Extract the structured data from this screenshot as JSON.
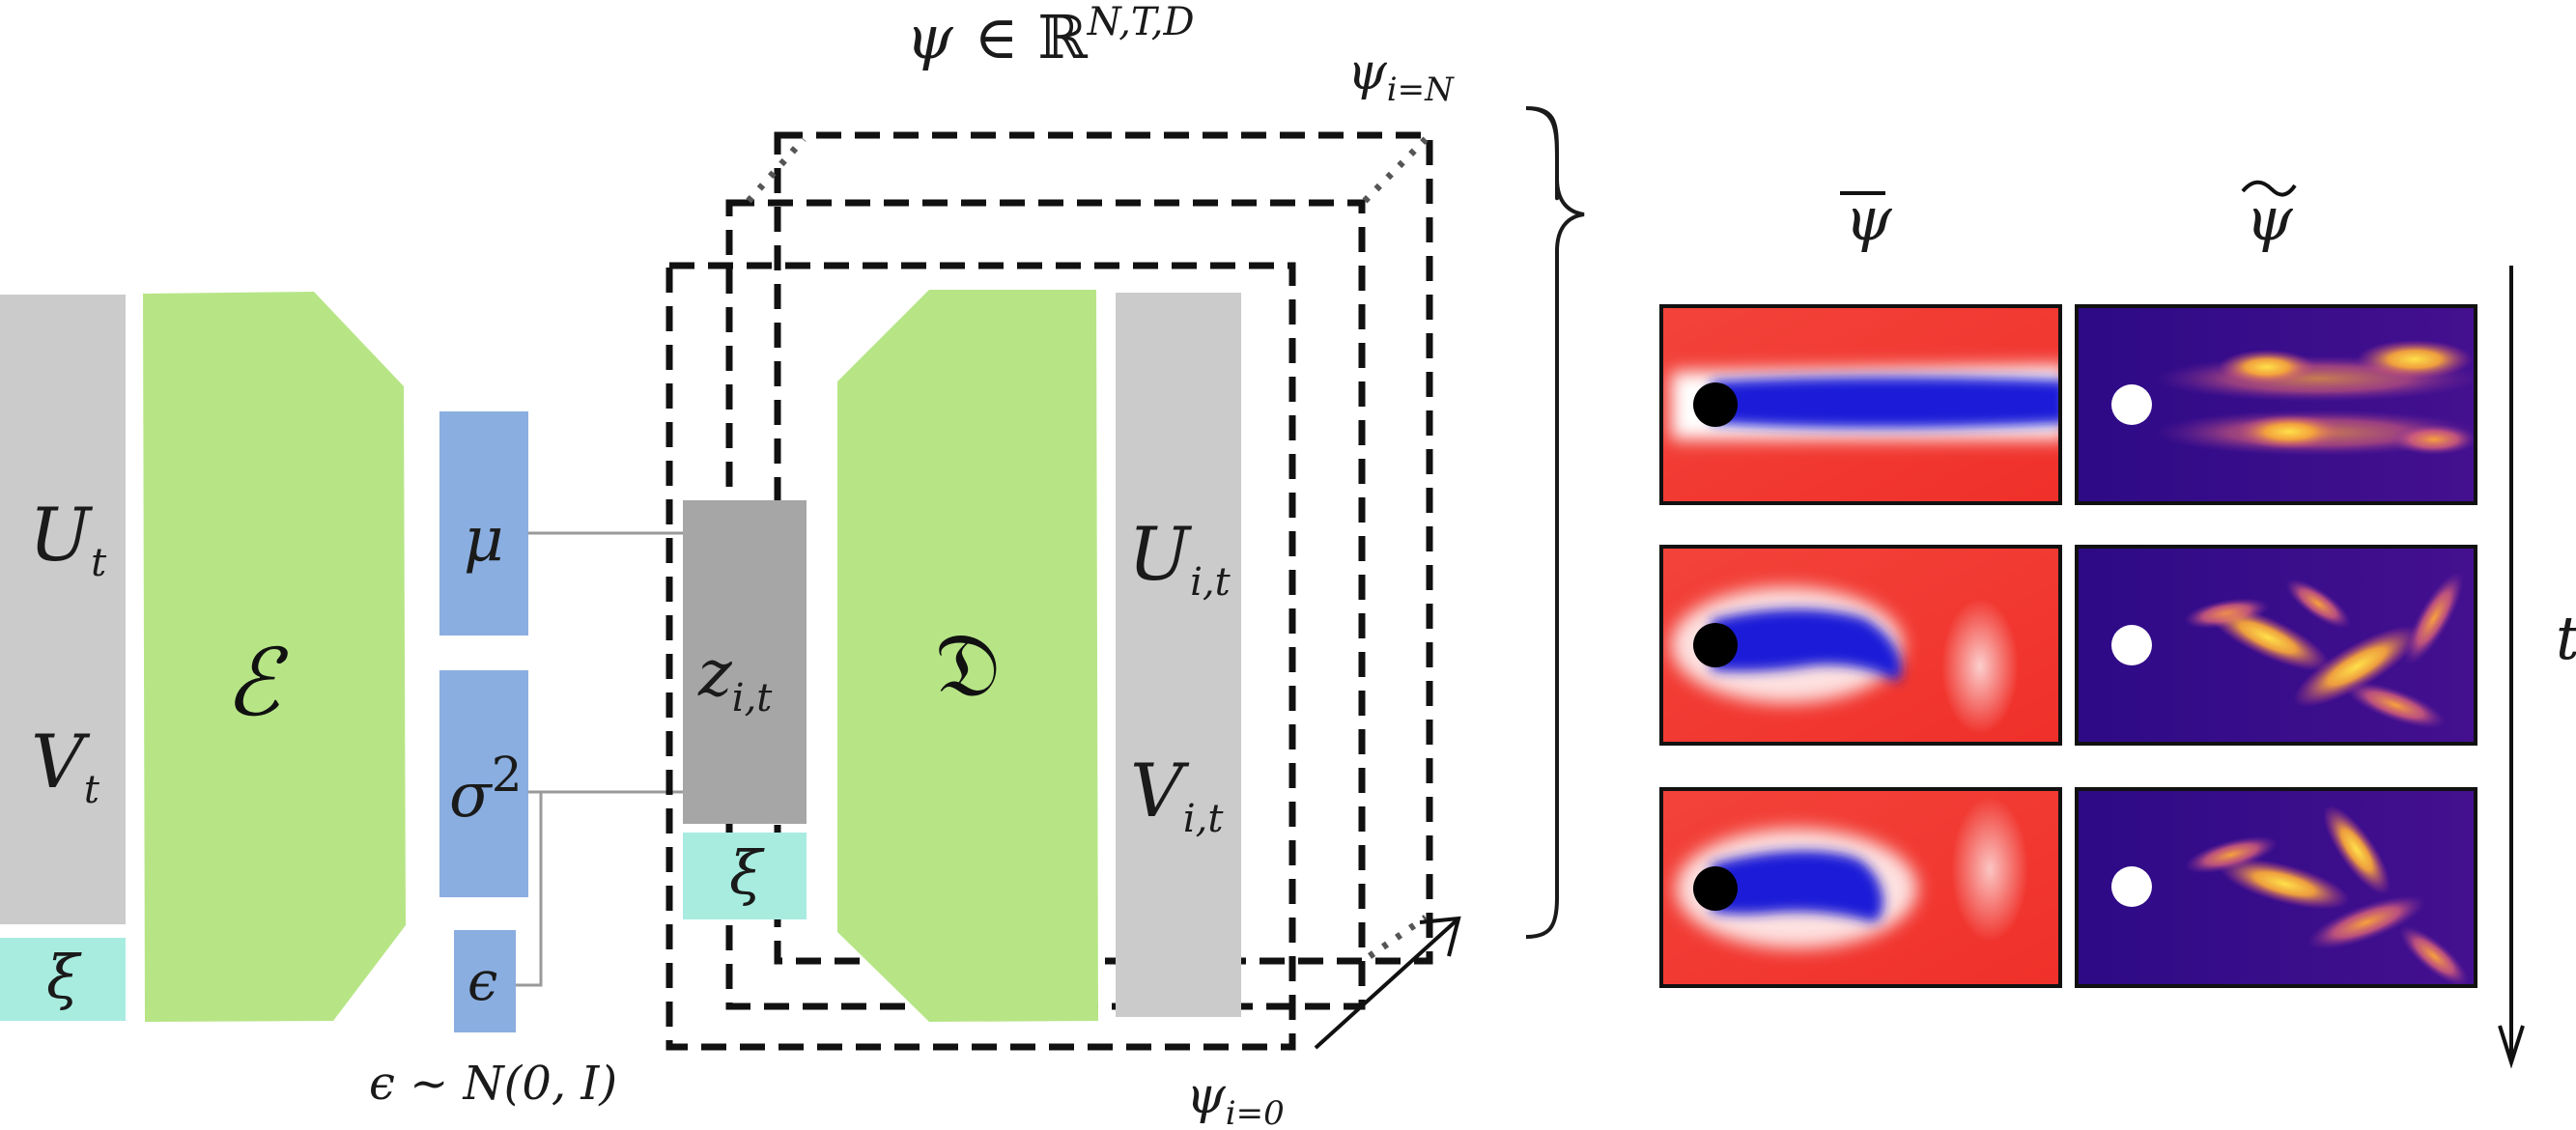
{
  "labels": {
    "input_u": "U",
    "input_u_sub": "t",
    "input_v": "V",
    "input_v_sub": "t",
    "xi_left": "ξ",
    "encoder": "ℰ",
    "mu": "μ",
    "sigma": "σ",
    "sigma_sup": "2",
    "epsilon": "ϵ",
    "epsilon_dist": "ϵ ~ N(0, I)",
    "latent_z": "z",
    "latent_z_sub": "i,t",
    "xi_latent": "ξ",
    "decoder": "𝔇",
    "output_u": "U",
    "output_u_sub": "i,t",
    "output_v": "V",
    "output_v_sub": "i,t",
    "psi_set": "ψ",
    "psi_set_in": "∈ ℝ",
    "psi_set_sup": "N,T,D",
    "psi_top": "ψ",
    "psi_top_sub": "i=N",
    "psi_bottom": "ψ",
    "psi_bottom_sub": "i=0",
    "psi_mean": "ψ",
    "psi_std": "ψ",
    "time_axis": "t"
  },
  "colors": {
    "gray_block": "#cbcbcb",
    "dark_gray_block": "#a6a6a6",
    "green_block": "#b7e586",
    "blue_block": "#8aaee0",
    "teal_block": "#a8ece0",
    "mean_field_bg": "#f0302a",
    "wake": "#1c1cd8",
    "std_field_bg": "#3a0c8a",
    "std_hot": "#f7b13a"
  },
  "flow_panels": {
    "mean_rows": 3,
    "std_rows": 3
  }
}
